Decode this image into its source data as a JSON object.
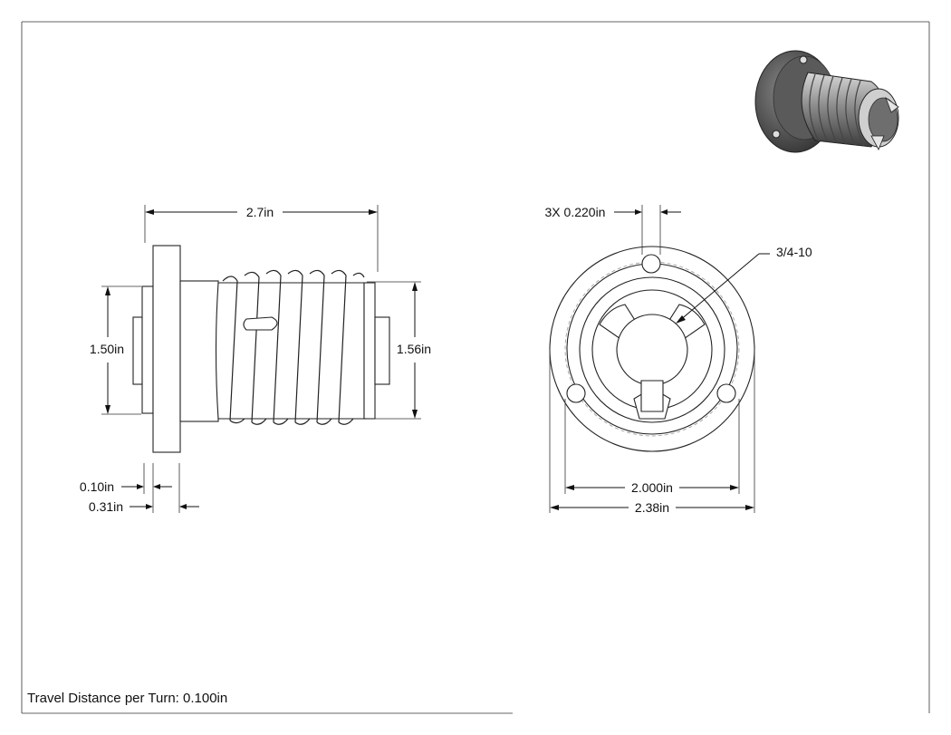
{
  "side_view": {
    "dim_length": "2.7in",
    "dim_left_height": "1.50in",
    "dim_right_height": "1.56in",
    "dim_flange": "0.10in",
    "dim_flange_hub": "0.31in"
  },
  "front_view": {
    "dim_holes": "3X 0.220in",
    "dim_thread": "3/4-10",
    "dim_bolt_circle": "2.000in",
    "dim_outer": "2.38in"
  },
  "note": "Travel Distance per Turn: 0.100in",
  "colors": {
    "line": "#111111",
    "shade_dark": "#3a3a3a",
    "shade_light": "#9a9a9a"
  }
}
